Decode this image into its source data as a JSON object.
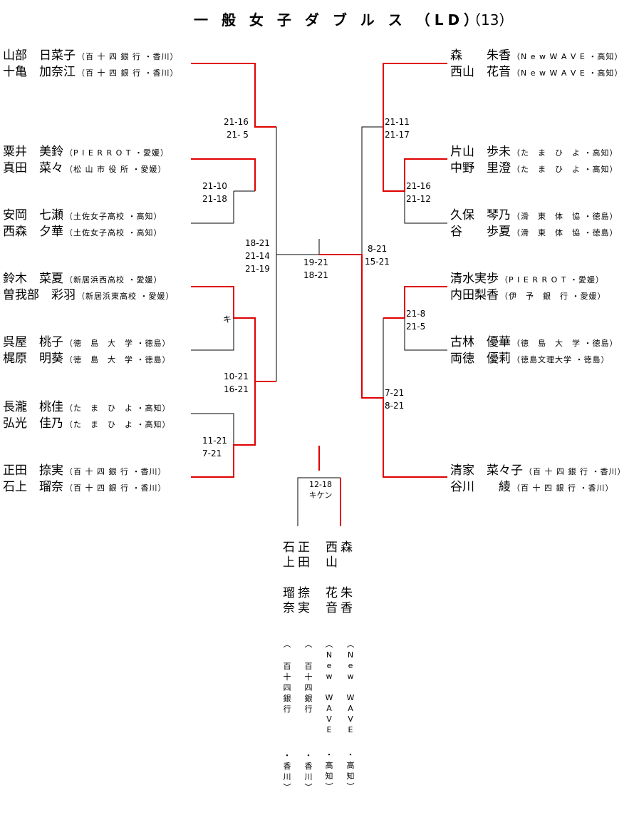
{
  "title": "一 般 女 子 ダ ブ ル ス （LD）",
  "title_number": "（13）",
  "left_players": [
    {
      "n1": "山部　日菜子",
      "a1": "（百 十 四 銀 行 ・香川）",
      "n2": "十亀　加奈江",
      "a2": "（百 十 四 銀 行 ・香川）"
    },
    {
      "n1": "粟井　美鈴",
      "a1": "（P I E R R O T ・愛媛）",
      "n2": "真田　菜々",
      "a2": "（松 山 市 役 所 ・愛媛）"
    },
    {
      "n1": "安岡　七瀬",
      "a1": "（土佐女子高校 ・高知）",
      "n2": "西森　夕華",
      "a2": "（土佐女子高校 ・高知）"
    },
    {
      "n1": "鈴木　菜夏",
      "a1": "（新居浜西高校 ・愛媛）",
      "n2": "曽我部　彩羽",
      "a2": "（新居浜東高校 ・愛媛）"
    },
    {
      "n1": "呉屋　桃子",
      "a1": "（徳　島　大　学 ・徳島）",
      "n2": "梶原　明葵",
      "a2": "（徳　島　大　学 ・徳島）"
    },
    {
      "n1": "長瀧　桃佳",
      "a1": "（た　ま　ひ　よ ・高知）",
      "n2": "弘光　佳乃",
      "a2": "（た　ま　ひ　よ ・高知）"
    },
    {
      "n1": "正田　捺実",
      "a1": "（百 十 四 銀 行 ・香川）",
      "n2": "石上　瑠奈",
      "a2": "（百 十 四 銀 行 ・香川）"
    }
  ],
  "right_players": [
    {
      "n1": "森　　朱香",
      "a1": "（N e w  W A V E ・高知）",
      "n2": "西山　花音",
      "a2": "（N e w  W A V E ・高知）"
    },
    {
      "n1": "片山　歩未",
      "a1": "（た　ま　ひ　よ ・高知）",
      "n2": "中野　里澄",
      "a2": "（た　ま　ひ　よ ・高知）"
    },
    {
      "n1": "久保　琴乃",
      "a1": "（滑　東　体　協 ・徳島）",
      "n2": "谷　　歩夏",
      "a2": "（滑　東　体　協 ・徳島）"
    },
    {
      "n1": "清水実歩",
      "a1": "（P I E R R O T ・愛媛）",
      "n2": "内田梨香",
      "a2": "（伊　予　銀　行 ・愛媛）"
    },
    {
      "n1": "古林　優華",
      "a1": "（徳　島　大　学 ・徳島）",
      "n2": "両徳　優莉",
      "a2": "（徳島文理大学 ・徳島）"
    },
    {
      "n1": "清家　菜々子",
      "a1": "（百 十 四 銀 行 ・香川）",
      "n2": "谷川　　綾",
      "a2": "（百 十 四 銀 行 ・香川）"
    }
  ],
  "scores": {
    "l_r1_a": [
      "21-16",
      "21- 5"
    ],
    "l_r1_b": [
      "21-10",
      "21-18"
    ],
    "l_semi_top": [
      "18-21",
      "21-14",
      "21-19"
    ],
    "l_r1_c": [
      "キ"
    ],
    "l_r2_c": [
      "10-21",
      "16-21"
    ],
    "l_r1_d": [
      "11-21",
      " 7-21"
    ],
    "center": [
      "19-21",
      "18-21"
    ],
    "r_r1_a": [
      "21-11",
      "21-17"
    ],
    "r_r1_b": [
      "21-16",
      "21-12"
    ],
    "r_semi_top": [
      "8-21",
      "15-21"
    ],
    "r_r1_c": [
      "21-8",
      "21-5"
    ],
    "r_r2_c": [
      "7-21",
      "8-21"
    ],
    "third_place": [
      "12-18",
      "キケン"
    ]
  },
  "vertical": {
    "col1": {
      "names": [
        "石",
        "上"
      ],
      "given": [
        "瑠",
        "奈"
      ]
    },
    "col2": {
      "names": [
        "正",
        "田"
      ],
      "given": [
        "捺",
        "実"
      ]
    },
    "col3": {
      "names": [
        "西",
        "山"
      ],
      "given": [
        "花",
        "音"
      ]
    },
    "col4": {
      "names": [
        "森",
        ""
      ],
      "given": [
        "朱",
        "香"
      ]
    },
    "aff1": [
      "︵",
      "百",
      "十",
      "四",
      "銀",
      "行",
      "・",
      "香",
      "川",
      "︶"
    ],
    "aff2": [
      "︵",
      "百",
      "十",
      "四",
      "銀",
      "行",
      "・",
      "香",
      "川",
      "︶"
    ],
    "aff3": [
      "︵",
      "N",
      "e",
      "w",
      "W",
      "A",
      "V",
      "E",
      "・",
      "高",
      "知",
      "︶"
    ],
    "aff4": [
      "︵",
      "N",
      "e",
      "w",
      "W",
      "A",
      "V",
      "E",
      "・",
      "高",
      "知",
      "︶"
    ]
  },
  "colors": {
    "winner_line": "#e00000",
    "line": "#000000"
  }
}
